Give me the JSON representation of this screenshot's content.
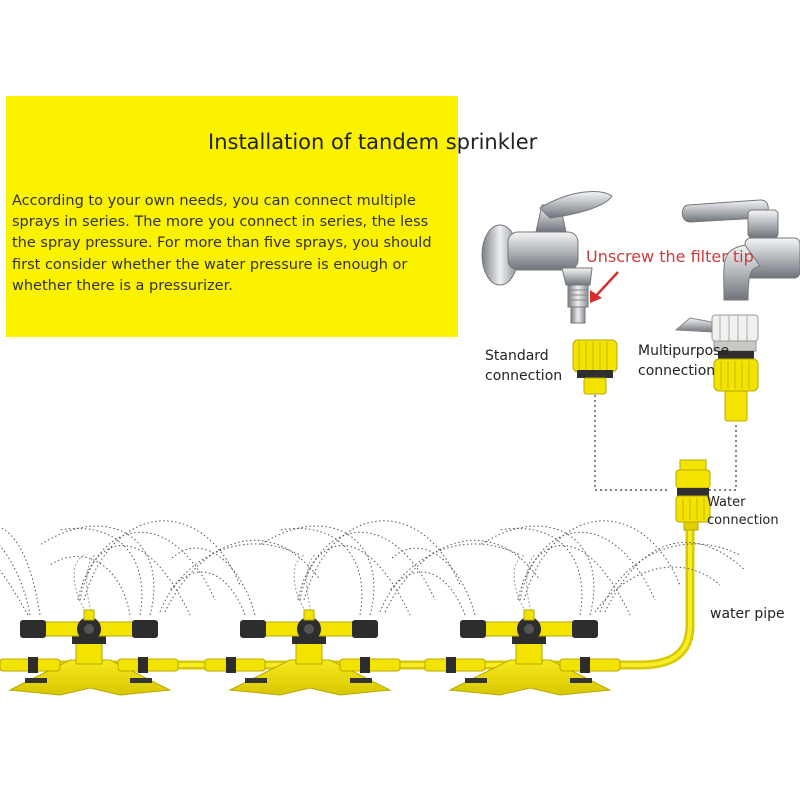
{
  "title": "Installation of tandem sprinkler",
  "description": "According to your own needs, you can connect multiple sprays in series. The more you connect in series, the less the spray pressure. For more than five sprays, you should first consider whether the water pressure is enough or whether there is a pressurizer.",
  "labels": {
    "unscrew": "Unscrew the filter tip",
    "standard": "Standard connection",
    "multipurpose": "Multipurpose connection",
    "water_connection": "Water connection",
    "water_pipe": "water pipe"
  },
  "colors": {
    "panel": "#fbf200",
    "yellow": "#f2e300",
    "dark": "#3a3a3a",
    "red": "#d32f2f",
    "chrome": "#c9ccd0"
  }
}
